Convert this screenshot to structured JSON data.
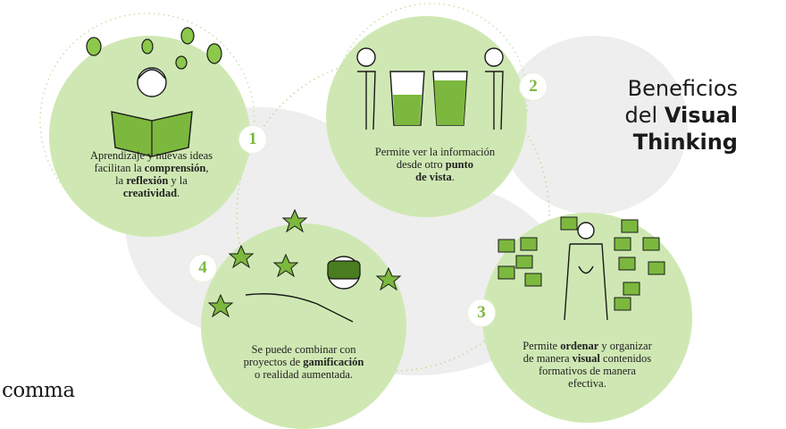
{
  "title": {
    "line1": "Beneficios",
    "line2_prefix": "del ",
    "line2_bold": "Visual",
    "line3": "Thinking"
  },
  "logo": "comma",
  "colors": {
    "circle_fill": "#cfe8b3",
    "accent_green": "#7cb83e",
    "background_blob": "#eeeeee",
    "text": "#222222"
  },
  "steps": [
    {
      "number": "1",
      "icon": "person-reading-book-lightbulbs-icon",
      "text": [
        [
          {
            "t": "Aprendizaje y nuevas ideas",
            "b": false
          }
        ],
        [
          {
            "t": "facilitan la ",
            "b": false
          },
          {
            "t": "comprensión",
            "b": true
          },
          {
            "t": ",",
            "b": false
          }
        ],
        [
          {
            "t": "la ",
            "b": false
          },
          {
            "t": "reflexión",
            "b": true
          },
          {
            "t": " y la",
            "b": false
          }
        ],
        [
          {
            "t": "creatividad",
            "b": true
          },
          {
            "t": ".",
            "b": false
          }
        ]
      ]
    },
    {
      "number": "2",
      "icon": "two-people-two-glasses-icon",
      "text": [
        [
          {
            "t": "Permite ver la información",
            "b": false
          }
        ],
        [
          {
            "t": "desde otro ",
            "b": false
          },
          {
            "t": "punto",
            "b": true
          }
        ],
        [
          {
            "t": "de vista",
            "b": true
          },
          {
            "t": ".",
            "b": false
          }
        ]
      ]
    },
    {
      "number": "3",
      "icon": "person-sticky-notes-board-icon",
      "text": [
        [
          {
            "t": "Permite ",
            "b": false
          },
          {
            "t": "ordenar",
            "b": true
          },
          {
            "t": " y organizar",
            "b": false
          }
        ],
        [
          {
            "t": "de manera ",
            "b": false
          },
          {
            "t": "visual",
            "b": true
          },
          {
            "t": " contenidos",
            "b": false
          }
        ],
        [
          {
            "t": "formativos de manera",
            "b": false
          }
        ],
        [
          {
            "t": "efectiva.",
            "b": false
          }
        ]
      ]
    },
    {
      "number": "4",
      "icon": "person-vr-headset-stars-icon",
      "text": [
        [
          {
            "t": "Se puede combinar con",
            "b": false
          }
        ],
        [
          {
            "t": "proyectos de ",
            "b": false
          },
          {
            "t": "gamificación",
            "b": true
          }
        ],
        [
          {
            "t": "o realidad aumentada.",
            "b": false
          }
        ]
      ]
    }
  ]
}
